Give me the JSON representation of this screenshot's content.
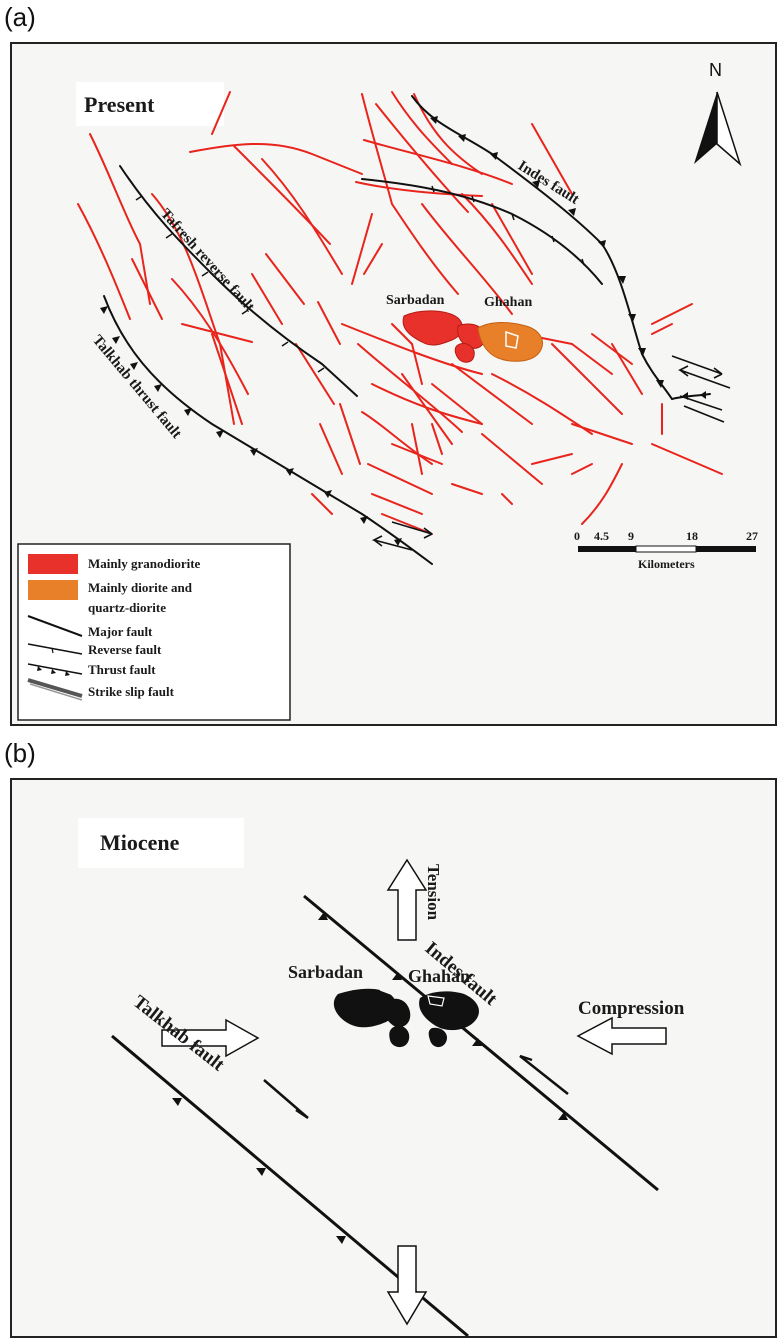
{
  "panel_a": {
    "panel_label": "(a)",
    "title": "Present",
    "north_label": "N",
    "labels": {
      "indes": "Indes fault",
      "tafresh": "Tafresh reverse fault",
      "talkhab": "Talkhab thrust fault",
      "sarbadan": "Sarbadan",
      "ghahan": "Ghahan"
    },
    "scale_bar": {
      "ticks": [
        "0",
        "4.5",
        "9",
        "18",
        "27"
      ],
      "unit": "Kilometers"
    },
    "legend": [
      {
        "label": "Mainly granodiorite",
        "color": "#e8312a"
      },
      {
        "label": "Mainly diorite and",
        "color": "#e87a2a"
      },
      {
        "label": "quartz-diorite"
      },
      {
        "label": "Major fault"
      },
      {
        "label": "Reverse fault"
      },
      {
        "label": "Thrust fault"
      },
      {
        "label": "Strike slip fault"
      }
    ],
    "colors": {
      "fault_minor": "#e8241c",
      "granodiorite": "#e8312a",
      "diorite": "#e8802a",
      "fault_major": "#111111"
    }
  },
  "panel_b": {
    "panel_label": "(b)",
    "title": "Miocene",
    "labels": {
      "tension": "Tension",
      "indes": "Indes fault",
      "talkhab": "Talkhab fault",
      "sarbadan": "Sarbadan",
      "ghahan": "Ghahan",
      "compression": "Compression"
    },
    "colors": {
      "pluton": "#111111"
    }
  }
}
